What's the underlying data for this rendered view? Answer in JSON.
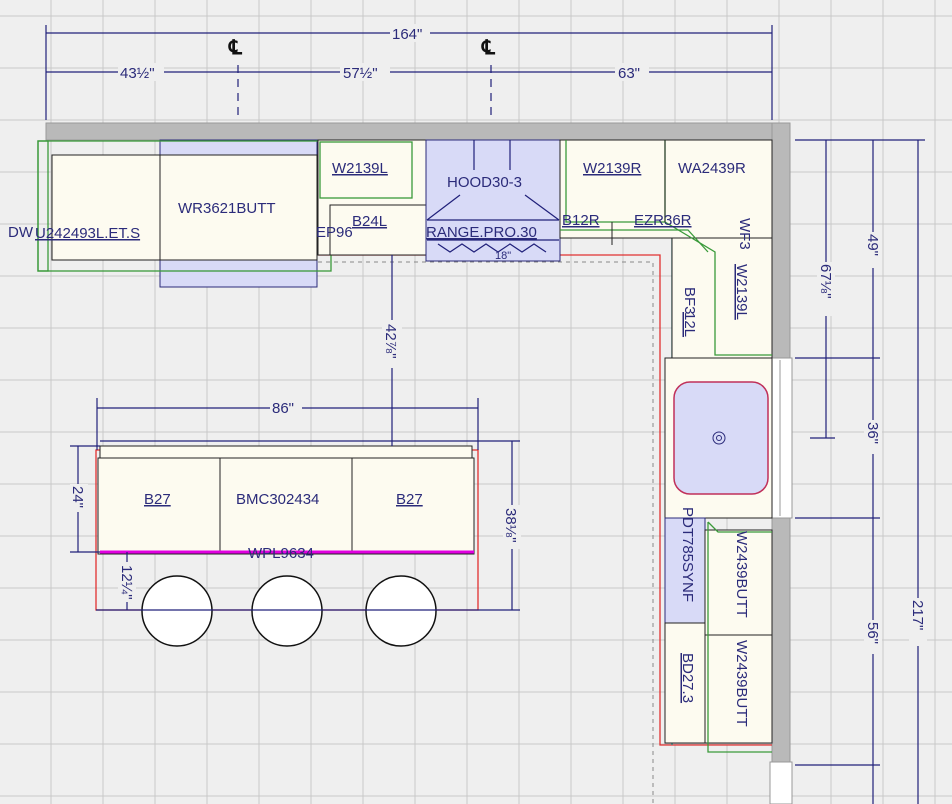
{
  "dimensions": {
    "overall_width": "164\"",
    "seg1": "43½\"",
    "seg2": "57½\"",
    "seg3": "63\"",
    "centerline_symbol": "℄",
    "island_width": "86\"",
    "island_depth": "24\"",
    "island_overall_depth": "38⅛\"",
    "island_gap": "42⅞\"",
    "seating_offset": "12¼\"",
    "right_49": "49\"",
    "right_36": "36\"",
    "right_56": "56\"",
    "right_overall": "217\"",
    "sink_center": "67⅛\"",
    "range_width": "18\""
  },
  "cabinets": {
    "dw": "DW",
    "u242493": "U242493L.ET.S",
    "wr3621": "WR3621BUTT",
    "w2139l_top": "W2139L",
    "b24l": "B24L",
    "ep96": "EP96",
    "hood": "HOOD30-3",
    "range": "RANGE.PRO.30",
    "w2139r": "W2139R",
    "wa2439r": "WA2439R",
    "b12r": "B12R",
    "ezr36": "EZR36R",
    "wf3": "WF3",
    "w2139l_right": "W2139L",
    "bf3": "BF3",
    "bf312l": "12L",
    "pdt": "PDT785SYNF",
    "bd27": "BD27.3",
    "w2439butt_a": "W2439BUTT",
    "w2439butt_b": "W2439BUTT",
    "b27_left": "B27",
    "bmc": "BMC302434",
    "b27_right": "B27",
    "wpl": "WPL9634"
  },
  "colors": {
    "dimension": "#20207a",
    "wall": "#b9b9b9",
    "cabinet": "#fdfbf0",
    "appliance": "#d8daf7",
    "green": "#3a9a3a",
    "red": "#e03030",
    "magenta": "#e000e0"
  }
}
